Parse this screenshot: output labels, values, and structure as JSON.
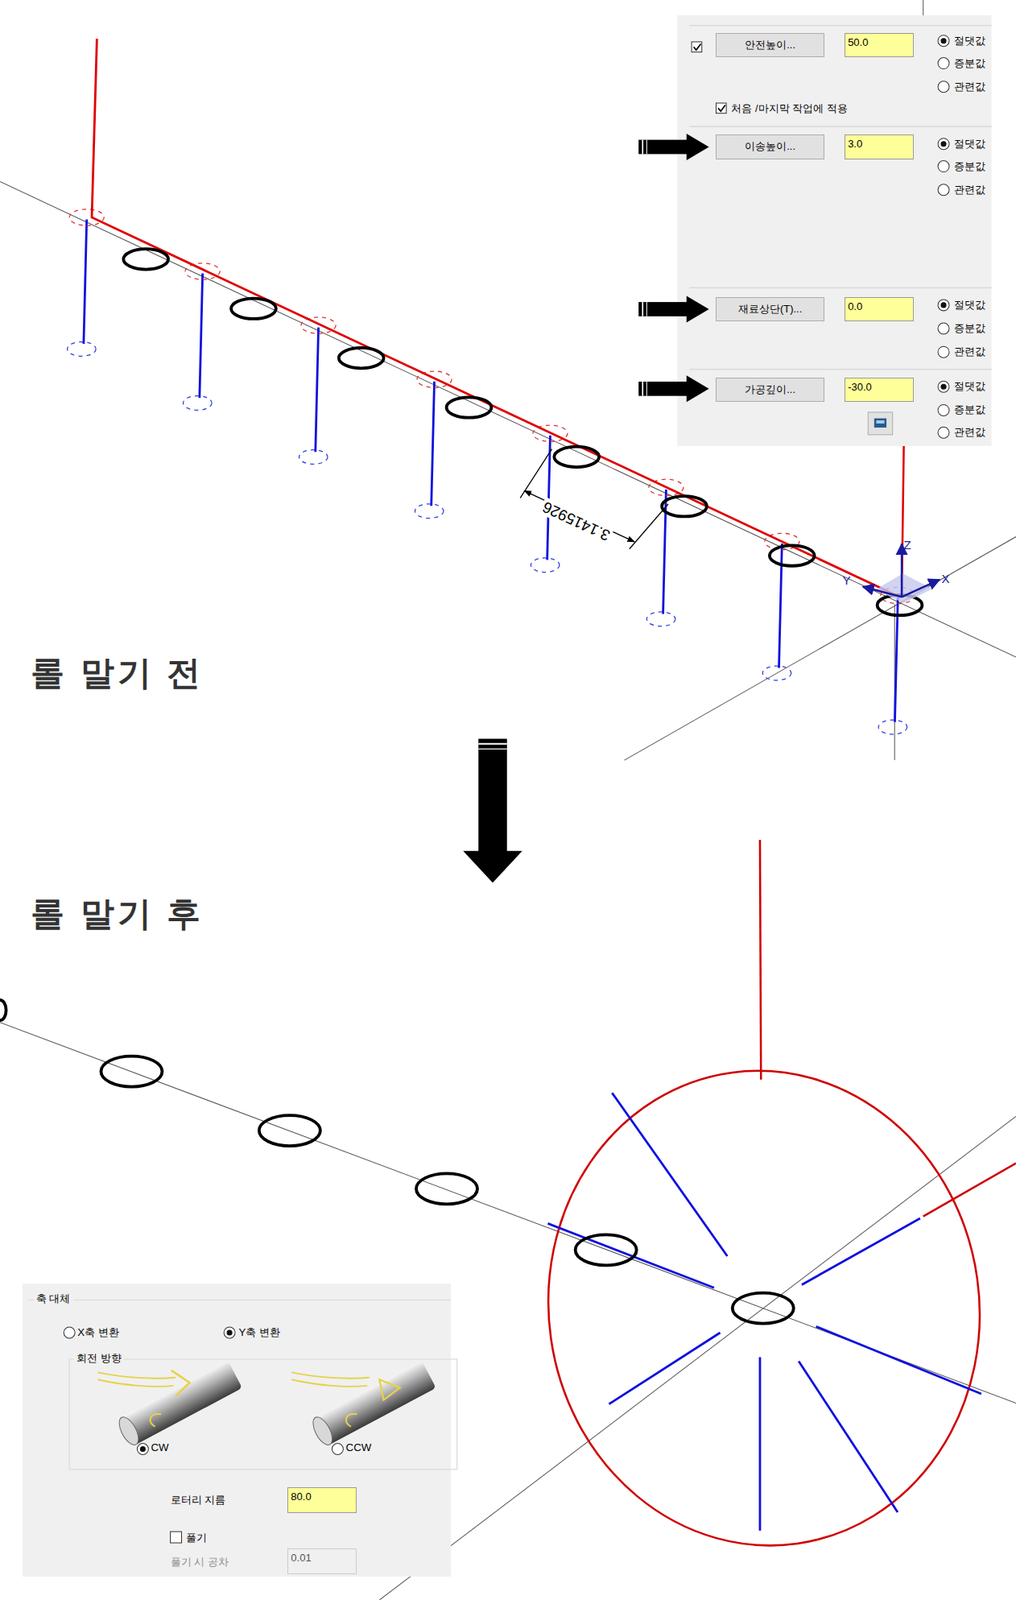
{
  "diagram": {
    "nodes": [
      {
        "text": [
          "안전높이..."
        ]
      },
      {
        "text": [
          "50.0"
        ]
      },
      {
        "text": [
          "이송높이..."
        ]
      },
      {
        "text": [
          "3.0"
        ]
      },
      {
        "text": [
          "재료상단(T)..."
        ]
      },
      {
        "text": [
          "0.0"
        ]
      },
      {
        "text": [
          "가공깊이..."
        ]
      },
      {
        "text": [
          "-30.0"
        ]
      },
      {
        "text": [
          "축 대체"
        ]
      },
      {
        "text": [
          "회전 방향"
        ],
        "in": 8
      },
      {
        "text": [
          "80.0"
        ],
        "in": 8
      },
      {
        "text": [
          "0.01"
        ],
        "in": 8
      }
    ],
    "labels": [
      "절댓값",
      "증분값",
      "관련값",
      "처음 /마지막 작업에 적용",
      "절댓값",
      "증분값",
      "관련값",
      "절댓값",
      "증분값",
      "관련값",
      "절댓값",
      "증분값",
      "관련값",
      "3.1415926",
      "Z",
      "Y",
      "X",
      "롤 말기 전",
      "롤 말기 후",
      "X축 변환",
      "Y축 변환",
      "CW",
      "CCW",
      "로터리 지름",
      "풀기",
      "풀기 시 공차"
    ]
  }
}
